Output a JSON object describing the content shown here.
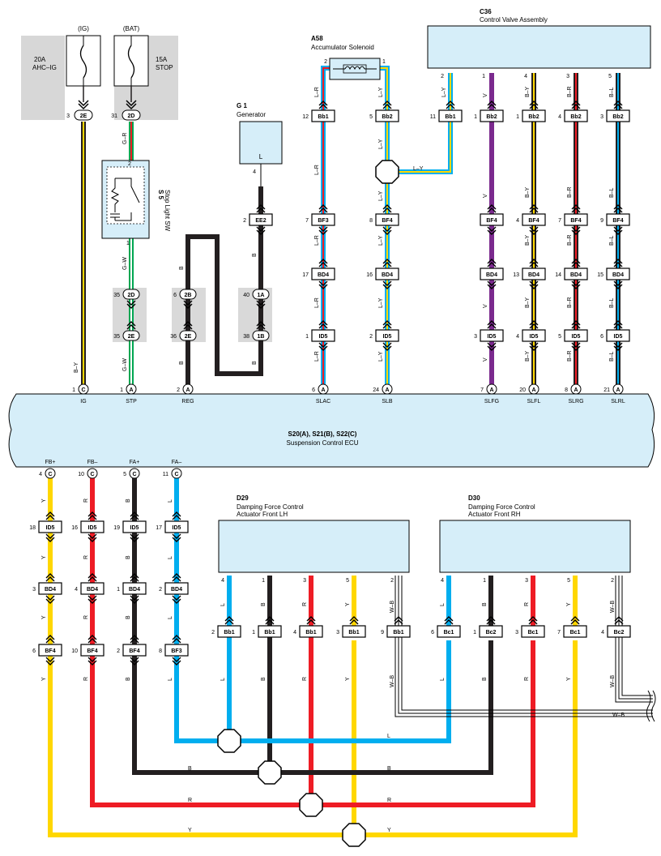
{
  "fuses": [
    {
      "id": "fuse-ig",
      "circuit": "(IG)",
      "rating": "20A",
      "name": "AHC–IG",
      "pin": "3",
      "conn": "2E"
    },
    {
      "id": "fuse-bat",
      "circuit": "(BAT)",
      "rating": "15A",
      "name": "STOP",
      "pin": "31",
      "conn": "2D"
    }
  ],
  "stop_sw": {
    "code": "S 5",
    "name": "Stop Light SW",
    "pin_top": "2",
    "pin_bottom": "1"
  },
  "generator": {
    "code": "G 1",
    "name": "Generator",
    "pin_label": "L",
    "pin": "4"
  },
  "accumulator": {
    "code": "A58",
    "name": "Accumulator Solenoid",
    "pin1": "2",
    "pin2": "1"
  },
  "cva": {
    "code": "C36",
    "name": "Control Valve Assembly"
  },
  "ecu": {
    "code": "S20(A), S21(B), S22(C)",
    "name": "Suspension Control ECU"
  },
  "d29": {
    "code": "D29",
    "name1": "Damping Force Control",
    "name2": "Actuator Front LH"
  },
  "d30": {
    "code": "D30",
    "name1": "Damping Force Control",
    "name2": "Actuator Front RH"
  },
  "wire_labels": {
    "by": "B–Y",
    "gr": "G–R",
    "gw": "G–W",
    "b": "B",
    "lr": "L–R",
    "ly": "L–Y",
    "v": "V",
    "br": "B–R",
    "bl": "B–L",
    "y": "Y",
    "r": "R",
    "l": "L",
    "wb": "W–B"
  },
  "connectors": {
    "c2e": "2E",
    "c2d": "2D",
    "c2b": "2B",
    "c1a": "1A",
    "c1b": "1B",
    "ee2": "EE2",
    "bb1": "Bb1",
    "bb2": "Bb2",
    "bf3": "BF3",
    "bf4": "BF4",
    "bd4": "BD4",
    "id5": "ID5",
    "bc1": "Bc1",
    "bc2": "Bc2",
    "a": "A",
    "c": "C"
  },
  "ecu_top_pins": [
    {
      "num": "1",
      "conn": "C",
      "name": "IG"
    },
    {
      "num": "1",
      "conn": "A",
      "name": "STP"
    },
    {
      "num": "2",
      "conn": "A",
      "name": "REG"
    },
    {
      "num": "6",
      "conn": "A",
      "name": "SLAC"
    },
    {
      "num": "24",
      "conn": "A",
      "name": "SLB"
    },
    {
      "num": "7",
      "conn": "A",
      "name": "SLFG"
    },
    {
      "num": "20",
      "conn": "A",
      "name": "SLFL"
    },
    {
      "num": "8",
      "conn": "A",
      "name": "SLRG"
    },
    {
      "num": "21",
      "conn": "A",
      "name": "SLRL"
    }
  ],
  "ecu_bottom_pins": [
    {
      "num": "4",
      "conn": "C",
      "name": "FB+"
    },
    {
      "num": "10",
      "conn": "C",
      "name": "FB–"
    },
    {
      "num": "5",
      "conn": "C",
      "name": "FA+"
    },
    {
      "num": "11",
      "conn": "C",
      "name": "FA–"
    }
  ],
  "pin_nums": {
    "p2d35": "35",
    "p2e35": "35",
    "p2b6": "6",
    "p2e36": "36",
    "p1a40": "40",
    "p1b38": "38",
    "pee2": "2",
    "lr12": "12",
    "lr7": "7",
    "lr17": "17",
    "lr1": "1",
    "ly5": "5",
    "ly8": "8",
    "ly16": "16",
    "ly2": "2",
    "cv2": "2",
    "cv11": "11",
    "v1": "1",
    "v1b": "1",
    "v3": "3",
    "by4": "4",
    "by1": "1",
    "by4b": "4",
    "by13": "13",
    "by4c": "4",
    "br3": "3",
    "br4": "4",
    "br7": "7",
    "br14": "14",
    "br5": "5",
    "bl5": "5",
    "bl3": "3",
    "bl9": "9",
    "bl15": "15",
    "bl6": "6",
    "fb18": "18",
    "fb3": "3",
    "fb6": "6",
    "fbm16": "16",
    "fbm4": "4",
    "fbm10": "10",
    "fa19": "19",
    "fa1": "1",
    "fa2": "2",
    "fam17": "17",
    "fam2": "2",
    "fam8": "8",
    "d29_4": "4",
    "d29_1": "1",
    "d29_3": "3",
    "d29_5": "5",
    "d29_2": "2",
    "d29b_2": "2",
    "d29b_1": "1",
    "d29b_4": "4",
    "d29b_3": "3",
    "d29b_9": "9",
    "d30_4": "4",
    "d30_1": "1",
    "d30_3": "3",
    "d30_5": "5",
    "d30_2": "2",
    "d30b_6": "6",
    "d30b_1": "1",
    "d30b_3": "3",
    "d30b_7": "7",
    "d30b_4": "4"
  },
  "colors": {
    "bk": "#231f20",
    "y": "#ffd700",
    "r": "#ee1c25",
    "bl": "#00aeef",
    "gr": "#00a651",
    "vi": "#7b2a8e",
    "panel": "#d6eef9",
    "gray": "#d9d9d9"
  }
}
